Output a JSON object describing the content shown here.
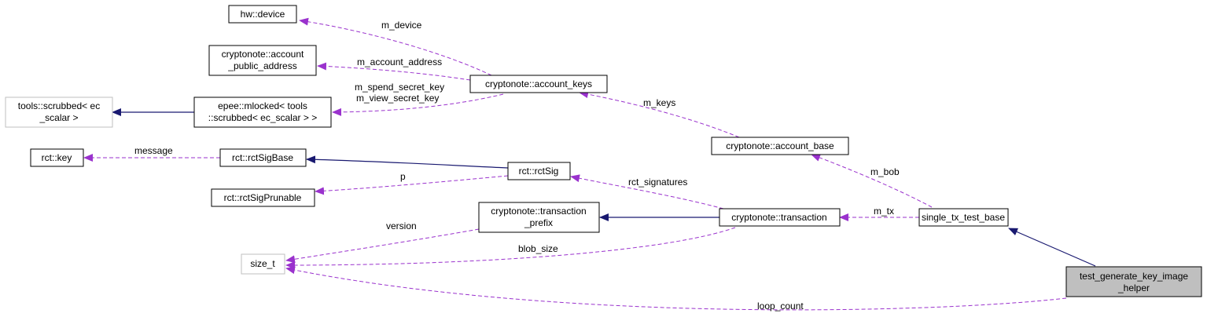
{
  "colors": {
    "usage_edge": "#9a32cd",
    "inheritance_edge": "#191970",
    "highlight_fill": "#bfbfbf",
    "external_border": "#bfbfbf"
  },
  "nodes": {
    "hw_device": [
      "hw::device"
    ],
    "account_public_address": [
      "cryptonote::account",
      "_public_address"
    ],
    "account_keys": [
      "cryptonote::account_keys"
    ],
    "tools_scrubbed": [
      "tools::scrubbed< ec",
      "_scalar >"
    ],
    "epee_mlocked": [
      "epee::mlocked< tools",
      "::scrubbed< ec_scalar > >"
    ],
    "rct_key": [
      "rct::key"
    ],
    "rct_sig_base": [
      "rct::rctSigBase"
    ],
    "rct_sig": [
      "rct::rctSig"
    ],
    "rct_sig_prunable": [
      "rct::rctSigPrunable"
    ],
    "account_base": [
      "cryptonote::account_base"
    ],
    "transaction_prefix": [
      "cryptonote::transaction",
      "_prefix"
    ],
    "transaction": [
      "cryptonote::transaction"
    ],
    "single_tx_test_base": [
      "single_tx_test_base"
    ],
    "size_t": [
      "size_t"
    ],
    "test_helper": [
      "test_generate_key_image",
      "_helper"
    ]
  },
  "edge_labels": {
    "m_device": "m_device",
    "m_account_address": "m_account_address",
    "secret_keys": [
      "m_spend_secret_key",
      "m_view_secret_key"
    ],
    "m_keys": "m_keys",
    "message": "message",
    "p": "p",
    "rct_signatures": "rct_signatures",
    "m_bob": "m_bob",
    "m_tx": "m_tx",
    "version": "version",
    "blob_size": "blob_size",
    "loop_count": "loop_count"
  }
}
